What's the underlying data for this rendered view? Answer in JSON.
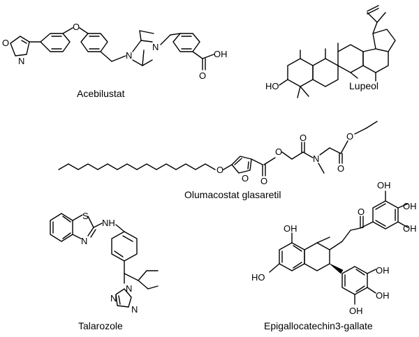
{
  "compounds": {
    "acebilustat": {
      "name": "Acebilustat"
    },
    "lupeol": {
      "name": "Lupeol"
    },
    "olumacostat": {
      "name": "Olumacostat glasaretil"
    },
    "talarozole": {
      "name": "Talarozole"
    },
    "egcg": {
      "name": "Epigallocatechin3-gallate"
    }
  },
  "atoms": {
    "O": "O",
    "N": "N",
    "OH": "OH",
    "HO": "HO",
    "NH": "NH",
    "S": "S"
  }
}
